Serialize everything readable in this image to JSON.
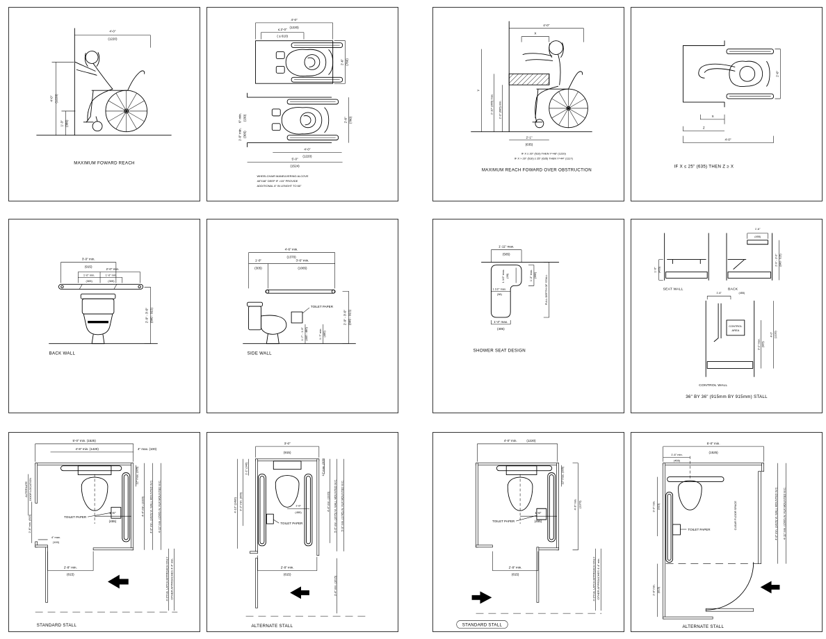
{
  "colors": {
    "ink": "#000000",
    "paper": "#ffffff",
    "panel_border": "#333333"
  },
  "panels": [
    {
      "name": "maximum-forward-reach",
      "labels": {
        "cap": "MAXIMUM FOWARD REACH",
        "w": "4'-0\"",
        "wmm": "(1220)",
        "h": "4'-0\"",
        "hmm": "(1220)",
        "low": "1'-3\"",
        "lowmm": "(380)"
      }
    },
    {
      "name": "wheelchair-maneuvering-alcove",
      "labels": {
        "c1": "WHEELCHAIR MANEUVERING ALCOVE",
        "c2": "48\"X48\" DEEP IF >15\" PROVIDE",
        "c3": "ADDITIONAL 6\" IN LENGHT TO 60\"",
        "top": "4'-0\"",
        "topmm": "(1220)",
        "d": "≤ 2'-0\"",
        "dmm": "( ≤ 610)",
        "r1": "2'-6\"",
        "r1mm": "(760)",
        "l1": "6\" min.",
        "l1mm": "(150)",
        "l2": "1'-0\" min.",
        "l2mm": "(305)",
        "b1": "4'-0\"",
        "b1mm": "(1220)",
        "b2": "5'-0\"",
        "b2mm": "(1524)",
        "r2": "2'-6\"",
        "r2mm": "(760)"
      }
    },
    {
      "name": "maximum-reach-forward-over-obstruction",
      "labels": {
        "cap": "MAXIMUM REACH FOWARD OVER OBSTRUCTION",
        "n1": "IF X ≤ 20\" (510) THEN Y=48\" (1220)",
        "n2": "IF X > 20\" (510) ≤ 25\" (635) THEN Y=44\" (1117)",
        "top": "4'-0\"",
        "x": "X",
        "y": "Y",
        "o1": "2'-10\" (865) max.",
        "o2": "2'-3\" (685) min.",
        "b": "2'-1\"",
        "bmm": "(635)"
      }
    },
    {
      "name": "side-reach-rule",
      "labels": {
        "cap": "IF X ≤ 25\" (635) THEN Z ≥ X",
        "x": "X",
        "z": "Z",
        "b": "4'-0\"",
        "r": "2'-6\""
      }
    },
    {
      "name": "back-wall",
      "labels": {
        "cap": "BACK WALL",
        "d1": "3'-0\" min.",
        "d1mm": "(915)",
        "d2": "2'-0\" min.",
        "d3": "1'-0\" min.",
        "d3mm": "(305)",
        "d4": "1'-0\" min.",
        "d4mm": "(305)",
        "r": "2'-9\" - 3'-0\"",
        "rmm": "(840 - 915)"
      }
    },
    {
      "name": "side-wall",
      "labels": {
        "cap": "SIDE WALL",
        "tp": "TOILET PAPER",
        "d1": "4'-6\" min.",
        "d1mm": "(1370)",
        "d2": "1'-0\"",
        "d2mm": "(305)",
        "d3": "3'-6\" min.",
        "d3mm": "(1065)",
        "r": "2'-9\" - 3'-0\"",
        "rmm": "(840 - 915)",
        "v1": "1'-7\" - 1'-9\"",
        "v1mm": "(440 - 480)",
        "v2": "1'-7\" min.",
        "v2mm": "(480)"
      }
    },
    {
      "name": "shower-seat-design",
      "labels": {
        "cap": "SHOWER SEAT DESIGN",
        "d1": "1'-11\" max.",
        "d1mm": "(585)",
        "g1": "1 1/2\" max.",
        "g1mm": "(38)",
        "g2": "1 1/2\" max.",
        "g2mm": "(38)",
        "d2": "1'-3\" max.",
        "d2mm": "(380)",
        "d3": "1'-4\" max.",
        "d3mm": "(405)",
        "depth": "FULL DEPTH OF STALL"
      }
    },
    {
      "name": "36-by-36-stall",
      "labels": {
        "cap": "36\" BY 36\" (915mm BY 915mm) STALL",
        "s1": "SEAT WALL",
        "s2": "BACK",
        "s3": "CONTROL WALL",
        "ca1": "CONTROL",
        "ca2": "AREA",
        "lw": "1'-6\"",
        "lwmm": "(455)",
        "bk": "1'-6\"",
        "bkmm": "(455)",
        "cw": "1'-6\"",
        "cwmm": "(455)",
        "r1": "2'-9\" - 3'-0\"",
        "r1mm": "(840 - 915)",
        "r2": "3'-2\" max.",
        "r2mm": "(965)",
        "r3": "4'-0\"",
        "r3mm": "(1220)"
      }
    },
    {
      "name": "standard-stall",
      "labels": {
        "cap": "STANDARD STALL",
        "t1": "5'-0\" min. (1525)",
        "t2": "4'-8\" min. (1420)",
        "t3": "4\" max. (100)",
        "gb": "12\" max. (305)",
        "adl1": "ALTERNATE",
        "adl2": "DOOR LOCATION",
        "l1": "2'-8\" min. (815)",
        "l2": "4\" max.",
        "l2mm": "(100)",
        "cl": "1'-6\"",
        "clmm": "(455)",
        "tp": "TOILET PAPER",
        "r1": "4'-4\" min. (1320)",
        "r2": "4'-8\" min. (1420) W. WALL MOUNTED W.C.",
        "r3": "4'-11\" min. (1500) W. FLR MOUNTED W.C.",
        "b": "2'-8\" min.",
        "bmm": "(815)",
        "la1": "4'-0\"min. LATCH APPROACH ONLY",
        "la2": "OTHER APPROACHES 4'-4\" min."
      }
    },
    {
      "name": "alternate-stall",
      "labels": {
        "cap": "ALTERNATE STALL",
        "t": "3'-0\"",
        "tmm": "(915)",
        "l1": "1'-1\" (340)",
        "l2": "3'-2\" min. (965)",
        "l3": "4'-10\" (1480)",
        "cl": "1'-6\"",
        "clmm": "(455)",
        "tp": "TOILET PAPER",
        "r1": "12\" max. (305)",
        "r2": "4'-4\" min. (1320)",
        "r3": "5'-6\" min. (1675) W. WALL MOUNTED W.C.",
        "r4": "5'-9\" min. (1745) W. FLR MOUNTED W.C.",
        "b": "2'-8\" min.",
        "bmm": "(815)",
        "br": "3'-4\" min. (1015)"
      }
    },
    {
      "name": "standard-stall-2",
      "labels": {
        "cap": "STANDARD STALL",
        "t": "4'-0\" min.",
        "tmm": "(1220)",
        "gb": "12\" max. (305)",
        "cl": "1'-6\"",
        "clmm": "(455)",
        "tp": "TOILET PAPER",
        "r1": "4'-6\" min.",
        "r1mm": "(1370)",
        "b": "2'-8\" min.",
        "bmm": "(815)",
        "la1": "4'-0\"min. LATCH APPROACH ONLY",
        "la2": "OTHER APPROACHES 4'-4\" min."
      }
    },
    {
      "name": "alternate-stall-2",
      "labels": {
        "cap": "ALTERNATE STALL",
        "t1": "5'-0\" min.",
        "t1mm": "(1525)",
        "t2": "1'-6\" min.",
        "t2mm": "(455)",
        "l1": "3'-0\" min.",
        "l1mm": "(915)",
        "l2": "2'-8\" min.",
        "l2mm": "(815)",
        "tp": "TOILET PAPER",
        "cfs": "CLEAR FLOOR SPACE",
        "r1": "4'-8\" min. (1420) W. WALL MOUNTED W.C.",
        "r2": "4'-11\" min. (1500) W. FLR MOUNTED W.C."
      }
    }
  ]
}
